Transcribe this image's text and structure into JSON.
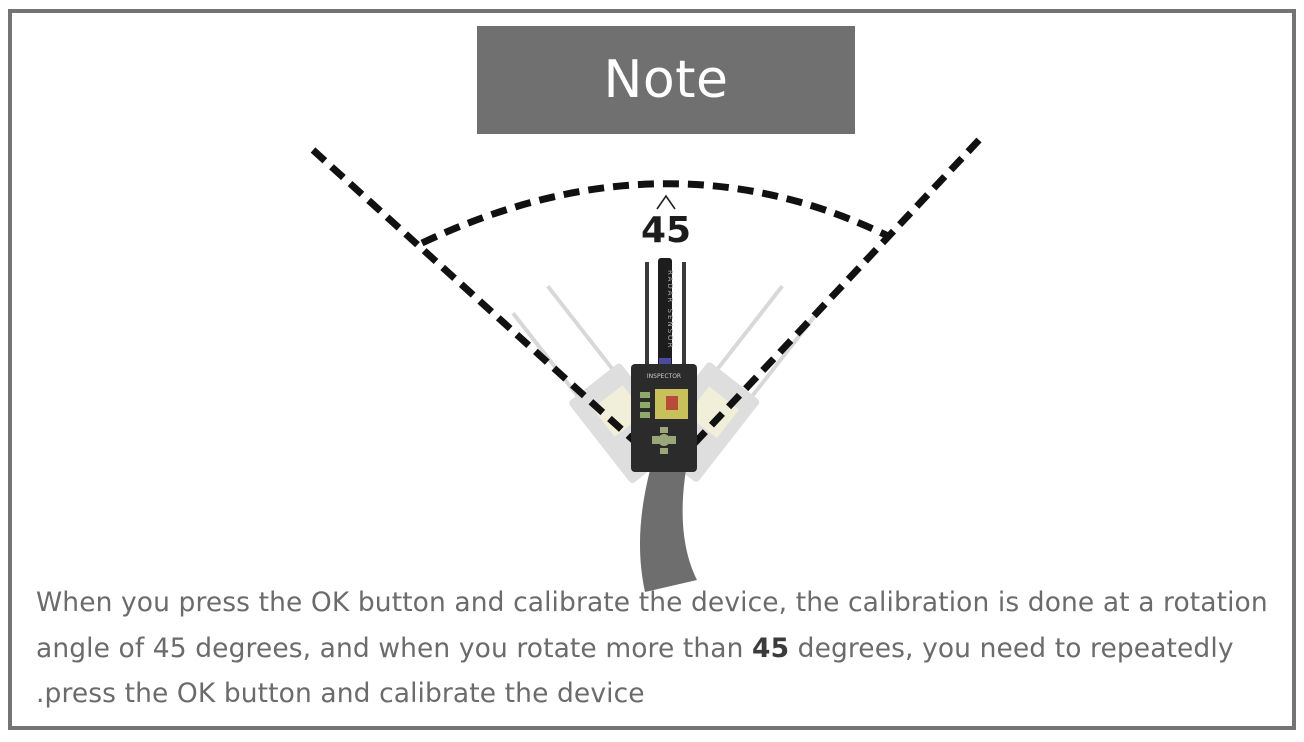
{
  "title": "Note",
  "diagram": {
    "angle_label": "45",
    "device_brand": "INSPECTOR",
    "antenna_text": "RADAR SENSOR"
  },
  "body": {
    "line1": "When you press the OK button and calibrate the device, the calibration is done at a rotation",
    "line2_pre": "angle of 45 degrees, and when you rotate more than ",
    "line2_bold": "45",
    "line2_post": " degrees, you need to repeatedly",
    "line3": ".press the OK button and calibrate the device"
  },
  "colors": {
    "frame": "#747474",
    "title_bg": "#707070",
    "dashes": "#111111",
    "text": "#6b6b6b",
    "device_body": "#2b2b2b",
    "screen": "#c8c05a"
  }
}
